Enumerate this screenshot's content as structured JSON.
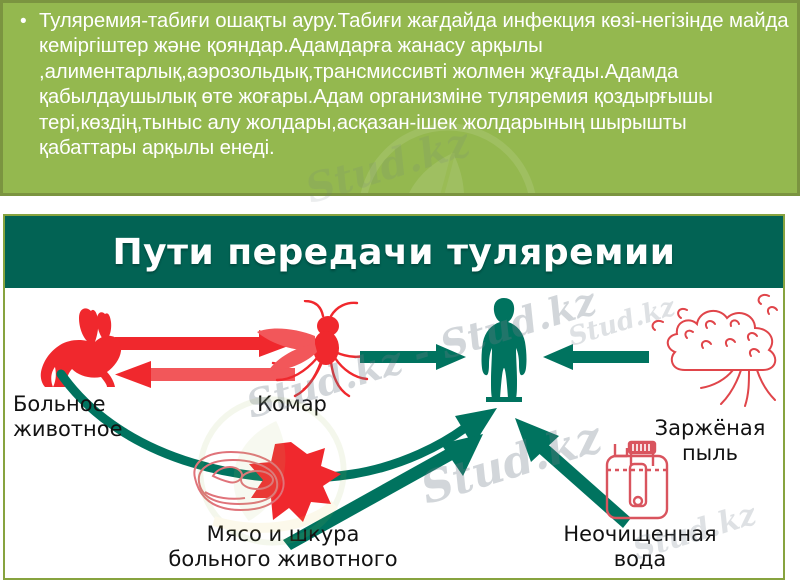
{
  "slide": {
    "bullet_marker": "•",
    "body_text": "Туляремия-табиғи ошақты ауру.Табиғи жағдайда  инфекция көзі-негізінде майда  кеміргіштер және қояндар.Адамдарға жанасу арқылы ,алиментарлық,аэрозольдық,трансмиссивті жолмен жұғады.Адамда қабылдаушылық өте жоғары.Адам организміне туляремия қоздырғышы тері,көздің,тыныс алу жолдары,асқазан-ішек жолдарының  шырышты қабаттары арқылы енеді.",
    "panel_color": "#94b84f",
    "panel_border_color": "#7b9440",
    "text_color": "#ffffff"
  },
  "diagram": {
    "title": "Пути передачи туляремии",
    "banner_color": "#026354",
    "border_color": "#87a33f",
    "background_color": "#ffffff",
    "accent_red": "#f0282d",
    "accent_teal": "#00735f",
    "labels": {
      "sick_animal": "Больное\nживотное",
      "mosquito": "Комар",
      "infected_dust": "Заржёная\nпыль",
      "meat_and_hide": "Мясо и шкура\nбольного животного",
      "unpurified_water": "Неочищенная\nвода"
    },
    "watermarks": [
      "Stud.kz - Stud.kz",
      "Stud.kz",
      "Stud.kz",
      "Stud.kz"
    ]
  }
}
